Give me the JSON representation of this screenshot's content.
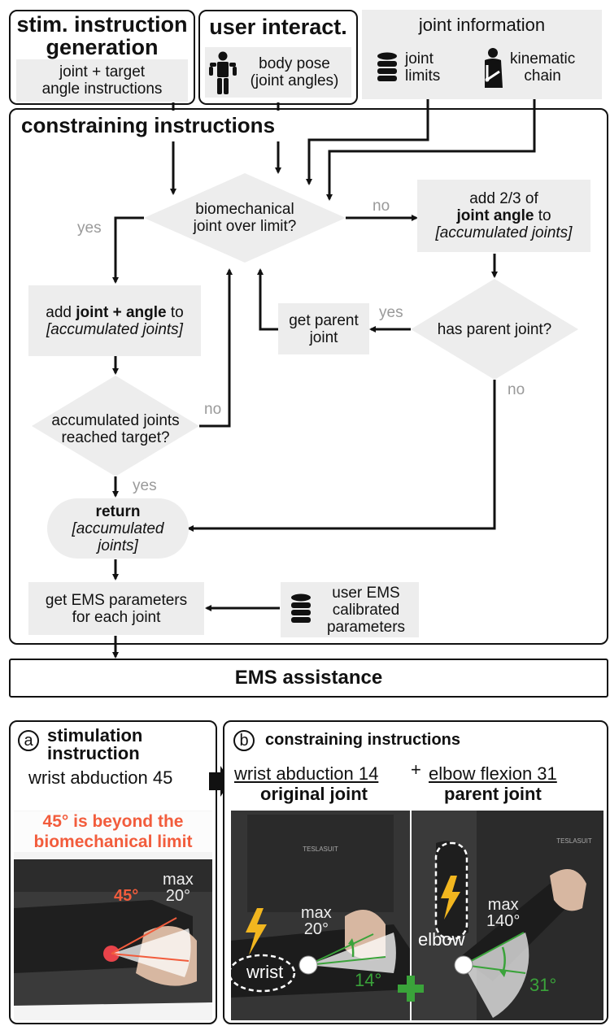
{
  "top": {
    "stim_title": "stim. instruction generation",
    "stim_line1": "stim. instruction",
    "stim_line2": "generation",
    "stim_sub": "joint + target angle instructions",
    "stim_sub1": "joint + target",
    "stim_sub2": "angle instructions",
    "user_title": "user interact.",
    "user_sub1": "body pose",
    "user_sub2": "(joint angles)",
    "joint_info": "joint information",
    "joint_limits1": "joint",
    "joint_limits2": "limits",
    "kin1": "kinematic",
    "kin2": "chain"
  },
  "flow": {
    "title": "constraining instructions",
    "bio1": "biomechanical",
    "bio2": "joint over limit?",
    "no1": "no",
    "yes1": "yes",
    "add23_1": "add 2/3 of",
    "add23_2": "joint angle",
    "add23_2b": " to",
    "add23_3": "[accumulated joints]",
    "addja_1a": "add ",
    "addja_1b": "joint + angle",
    "addja_1c": " to",
    "addja_2": "[accumulated joints]",
    "parent1": "get parent",
    "parent2": "joint",
    "yes2": "yes",
    "has_parent": "has parent joint?",
    "no2": "no",
    "acc1": "accumulated joints",
    "acc2": "reached target?",
    "no3": "no",
    "yes3": "yes",
    "ret1": "return",
    "ret2": "[accumulated",
    "ret3": "joints]",
    "ems1": "get EMS parameters",
    "ems2": "for each joint",
    "cal1": "user EMS",
    "cal2": "calibrated",
    "cal3": "parameters"
  },
  "ems_assist": "EMS assistance",
  "panel_a": {
    "letter": "a",
    "title1": "stimulation",
    "title2": "instruction",
    "instr": "wrist abduction 45",
    "warn1": "45° is beyond the",
    "warn2": "biomechanical limit",
    "angle": "45°",
    "max1": "max",
    "max2": "20°"
  },
  "panel_b": {
    "letter": "b",
    "title": "constraining instructions",
    "left_joint": "wrist abduction 14",
    "plus": "+",
    "right_joint": "elbow flexion 31",
    "left_role": "original joint",
    "right_role": "parent joint",
    "max_l1": "max",
    "max_l2": "20°",
    "wrist": "wrist",
    "angle_l": "14°",
    "max_r1": "max",
    "max_r2": "140°",
    "elbow": "elbow",
    "angle_r": "31°",
    "brand1": "TESLASUIT",
    "brand2": "TESLASUIT"
  },
  "colors": {
    "accent_red": "#f25c3c",
    "green": "#3aa33a",
    "bolt_yellow": "#f2b61f",
    "box_gray": "#ededed",
    "label_gray": "#9a9a9a"
  }
}
